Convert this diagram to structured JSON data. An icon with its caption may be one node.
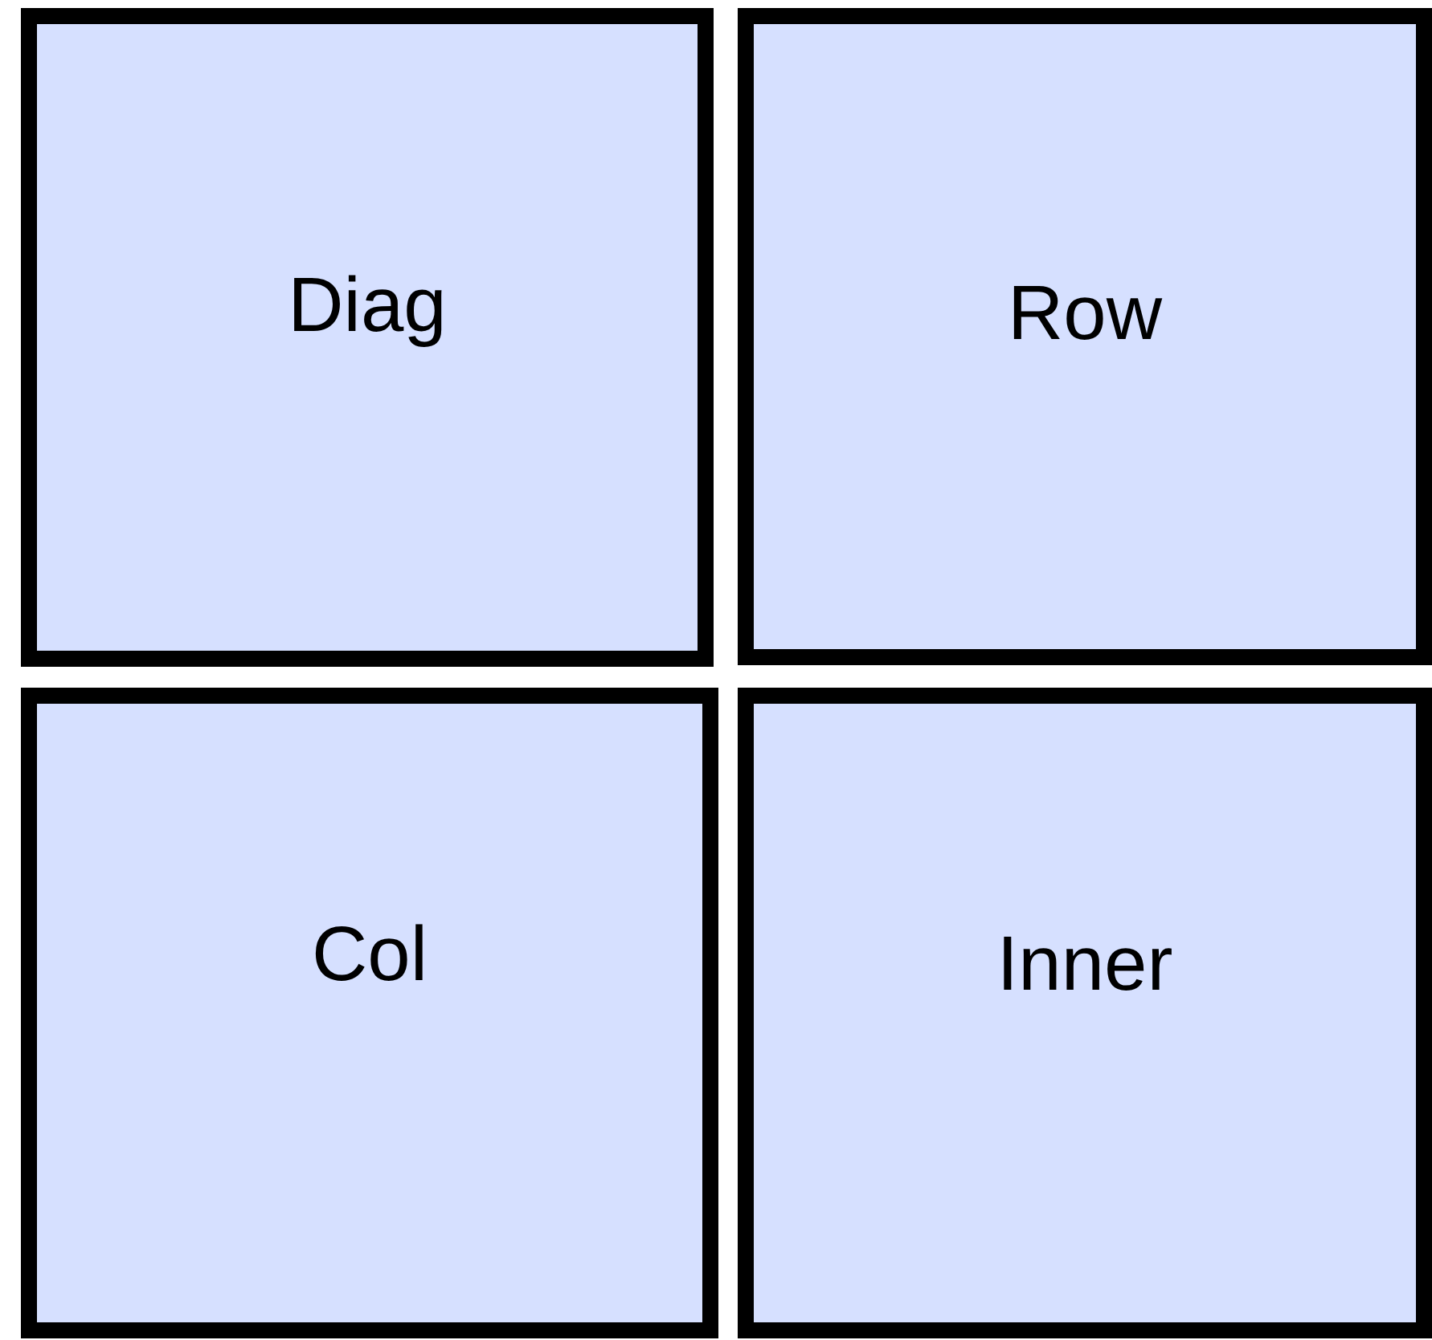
{
  "diagram": {
    "nodes": [
      {
        "text": [
          "Diag"
        ]
      },
      {
        "text": [
          "Row"
        ]
      },
      {
        "text": [
          "Col"
        ]
      },
      {
        "text": [
          "Inner"
        ]
      }
    ]
  }
}
